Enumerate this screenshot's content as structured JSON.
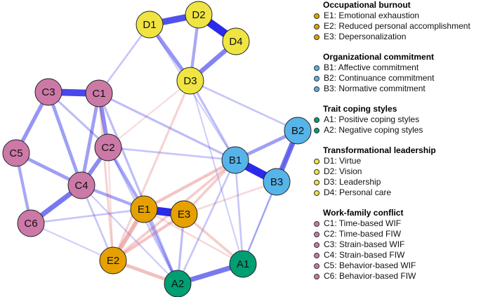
{
  "colors": {
    "burnout": "#E6A000",
    "commitment": "#56B4E9",
    "coping": "#009E73",
    "leadership": "#F0E442",
    "conflict": "#CC79A7",
    "positive_edge": "#1A1AE6",
    "negative_edge": "#E06666"
  },
  "legend": [
    {
      "title": "Occupational burnout",
      "color_key": "burnout",
      "items": [
        "E1: Emotional exhaustion",
        "E2: Reduced personal accomplishment",
        "E3: Depersonalization"
      ]
    },
    {
      "title": "Organizational commitment",
      "color_key": "commitment",
      "items": [
        "B1: Affective commitment",
        "B2: Continuance commitment",
        "B3: Normative commitment"
      ]
    },
    {
      "title": "Trait coping styles",
      "color_key": "coping",
      "items": [
        "A1: Positive coping styles",
        "A2: Negative coping styles"
      ]
    },
    {
      "title": "Transformational leadership",
      "color_key": "leadership",
      "items": [
        "D1: Virtue",
        "D2: Vision",
        "D3: Leadership",
        "D4: Personal care"
      ]
    },
    {
      "title": "Work-family conflict",
      "color_key": "conflict",
      "items": [
        "C1: Time-based WIF",
        "C2: Time-based FIW",
        "C3: Strain-based WIF",
        "C4: Strain-based FIW",
        "C5: Behavior-based WIF",
        "C6: Behavior-based FIW"
      ]
    }
  ],
  "nodes": [
    {
      "id": "D1",
      "color_key": "leadership"
    },
    {
      "id": "D2",
      "color_key": "leadership"
    },
    {
      "id": "D3",
      "color_key": "leadership"
    },
    {
      "id": "D4",
      "color_key": "leadership"
    },
    {
      "id": "C1",
      "color_key": "conflict"
    },
    {
      "id": "C2",
      "color_key": "conflict"
    },
    {
      "id": "C3",
      "color_key": "conflict"
    },
    {
      "id": "C4",
      "color_key": "conflict"
    },
    {
      "id": "C5",
      "color_key": "conflict"
    },
    {
      "id": "C6",
      "color_key": "conflict"
    },
    {
      "id": "B1",
      "color_key": "commitment"
    },
    {
      "id": "B2",
      "color_key": "commitment"
    },
    {
      "id": "B3",
      "color_key": "commitment"
    },
    {
      "id": "E1",
      "color_key": "burnout"
    },
    {
      "id": "E2",
      "color_key": "burnout"
    },
    {
      "id": "E3",
      "color_key": "burnout"
    },
    {
      "id": "A1",
      "color_key": "coping"
    },
    {
      "id": "A2",
      "color_key": "coping"
    }
  ],
  "edges": [
    {
      "from": "D1",
      "to": "D2",
      "weight": 0.75,
      "sign": "positive"
    },
    {
      "from": "D2",
      "to": "D4",
      "weight": 0.95,
      "sign": "positive"
    },
    {
      "from": "D4",
      "to": "D3",
      "weight": 0.5,
      "sign": "positive"
    },
    {
      "from": "D1",
      "to": "D3",
      "weight": 0.4,
      "sign": "positive"
    },
    {
      "from": "D2",
      "to": "D3",
      "weight": 0.3,
      "sign": "positive"
    },
    {
      "from": "D1",
      "to": "C1",
      "weight": 0.15,
      "sign": "positive"
    },
    {
      "from": "D3",
      "to": "B1",
      "weight": 0.2,
      "sign": "positive"
    },
    {
      "from": "D3",
      "to": "B2",
      "weight": 0.15,
      "sign": "positive"
    },
    {
      "from": "D1",
      "to": "B1",
      "weight": 0.1,
      "sign": "positive"
    },
    {
      "from": "D3",
      "to": "C2",
      "weight": 0.12,
      "sign": "negative"
    },
    {
      "from": "D3",
      "to": "E2",
      "weight": 0.2,
      "sign": "negative"
    },
    {
      "from": "D3",
      "to": "A1",
      "weight": 0.1,
      "sign": "positive"
    },
    {
      "from": "C3",
      "to": "C1",
      "weight": 0.8,
      "sign": "positive"
    },
    {
      "from": "C1",
      "to": "C2",
      "weight": 0.45,
      "sign": "positive"
    },
    {
      "from": "C3",
      "to": "C5",
      "weight": 0.4,
      "sign": "positive"
    },
    {
      "from": "C3",
      "to": "C4",
      "weight": 0.35,
      "sign": "positive"
    },
    {
      "from": "C1",
      "to": "C4",
      "weight": 0.35,
      "sign": "positive"
    },
    {
      "from": "C2",
      "to": "C4",
      "weight": 0.45,
      "sign": "positive"
    },
    {
      "from": "C5",
      "to": "C4",
      "weight": 0.35,
      "sign": "positive"
    },
    {
      "from": "C5",
      "to": "C6",
      "weight": 0.3,
      "sign": "positive"
    },
    {
      "from": "C4",
      "to": "C6",
      "weight": 0.55,
      "sign": "positive"
    },
    {
      "from": "C3",
      "to": "C2",
      "weight": 0.2,
      "sign": "positive"
    },
    {
      "from": "C2",
      "to": "E1",
      "weight": 0.3,
      "sign": "positive"
    },
    {
      "from": "C4",
      "to": "E1",
      "weight": 0.3,
      "sign": "positive"
    },
    {
      "from": "C1",
      "to": "E2",
      "weight": 0.2,
      "sign": "negative"
    },
    {
      "from": "C4",
      "to": "E2",
      "weight": 0.15,
      "sign": "positive"
    },
    {
      "from": "C2",
      "to": "E2",
      "weight": 0.12,
      "sign": "negative"
    },
    {
      "from": "C6",
      "to": "E1",
      "weight": 0.15,
      "sign": "positive"
    },
    {
      "from": "C6",
      "to": "E2",
      "weight": 0.1,
      "sign": "positive"
    },
    {
      "from": "C1",
      "to": "B1",
      "weight": 0.2,
      "sign": "positive"
    },
    {
      "from": "C2",
      "to": "B1",
      "weight": 0.15,
      "sign": "positive"
    },
    {
      "from": "C1",
      "to": "A2",
      "weight": 0.2,
      "sign": "positive"
    },
    {
      "from": "C2",
      "to": "A2",
      "weight": 0.15,
      "sign": "positive"
    },
    {
      "from": "C4",
      "to": "A2",
      "weight": 0.12,
      "sign": "positive"
    },
    {
      "from": "B1",
      "to": "B3",
      "weight": 0.95,
      "sign": "positive"
    },
    {
      "from": "B2",
      "to": "B3",
      "weight": 0.6,
      "sign": "positive"
    },
    {
      "from": "B1",
      "to": "B2",
      "weight": 0.35,
      "sign": "positive"
    },
    {
      "from": "B1",
      "to": "E1",
      "weight": 0.3,
      "sign": "negative"
    },
    {
      "from": "B1",
      "to": "E2",
      "weight": 0.25,
      "sign": "negative"
    },
    {
      "from": "B1",
      "to": "E3",
      "weight": 0.25,
      "sign": "negative"
    },
    {
      "from": "B3",
      "to": "E3",
      "weight": 0.15,
      "sign": "negative"
    },
    {
      "from": "B1",
      "to": "A2",
      "weight": 0.15,
      "sign": "positive"
    },
    {
      "from": "B1",
      "to": "A1",
      "weight": 0.15,
      "sign": "positive"
    },
    {
      "from": "B3",
      "to": "A1",
      "weight": 0.15,
      "sign": "positive"
    },
    {
      "from": "B2",
      "to": "A1",
      "weight": 0.1,
      "sign": "positive"
    },
    {
      "from": "E1",
      "to": "E3",
      "weight": 0.95,
      "sign": "positive"
    },
    {
      "from": "E2",
      "to": "E3",
      "weight": 0.3,
      "sign": "negative"
    },
    {
      "from": "E1",
      "to": "E2",
      "weight": 0.45,
      "sign": "negative"
    },
    {
      "from": "E1",
      "to": "A2",
      "weight": 0.25,
      "sign": "positive"
    },
    {
      "from": "E3",
      "to": "A2",
      "weight": 0.2,
      "sign": "positive"
    },
    {
      "from": "E2",
      "to": "A2",
      "weight": 0.35,
      "sign": "negative"
    },
    {
      "from": "E3",
      "to": "A1",
      "weight": 0.25,
      "sign": "negative"
    },
    {
      "from": "E1",
      "to": "A1",
      "weight": 0.15,
      "sign": "negative"
    },
    {
      "from": "A2",
      "to": "A1",
      "weight": 0.55,
      "sign": "positive"
    }
  ]
}
